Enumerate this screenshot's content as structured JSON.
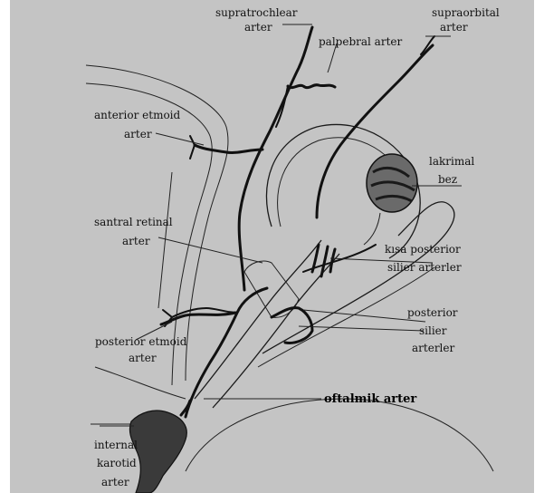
{
  "labels": {
    "supratrochlear_1": "supratrochlear",
    "supratrochlear_2": "arter",
    "supraorbital_1": "supraorbital",
    "supraorbital_2": "arter",
    "palpebral": "palpebral arter",
    "anterior_etmoid_1": "anterior etmoid",
    "anterior_etmoid_2": "arter",
    "lakrimal_1": "lakrimal",
    "lakrimal_2": "bez",
    "santral_retinal_1": "santral retinal",
    "santral_retinal_2": "arter",
    "kisa_posterior_1": "kısa posterior",
    "kisa_posterior_2": "silier arterler",
    "posterior_silier_1": "posterior",
    "posterior_silier_2": "silier",
    "posterior_silier_3": "arterler",
    "posterior_etmoid_1": "posterior etmoid",
    "posterior_etmoid_2": "arter",
    "oftalmik": "oftalmik arter",
    "internal_karotid_1": "internal",
    "internal_karotid_2": "karotid",
    "internal_karotid_3": "arter"
  },
  "colors": {
    "panel": "#c4c4c4",
    "ink": "#111111"
  }
}
